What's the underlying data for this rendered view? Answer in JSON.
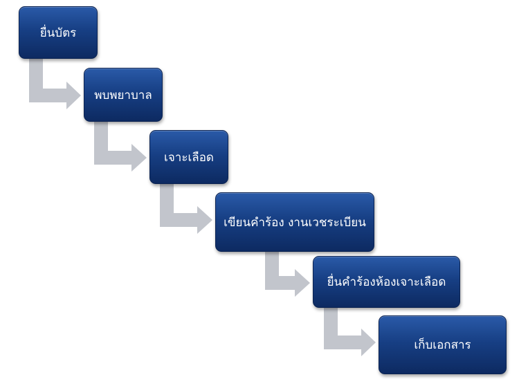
{
  "flow": {
    "steps": [
      {
        "label": "ยื่นบัตร"
      },
      {
        "label": "พบพยาบาล"
      },
      {
        "label": "เจาะเลือด"
      },
      {
        "label": "เขียนคำร้อง งานเวชระเบียน"
      },
      {
        "label": "ยื่นคำร้องห้องเจาะเลือด"
      },
      {
        "label": "เก็บเอกสาร"
      }
    ],
    "box_color": "#173f84",
    "arrow_color": "#c2c5cc"
  }
}
